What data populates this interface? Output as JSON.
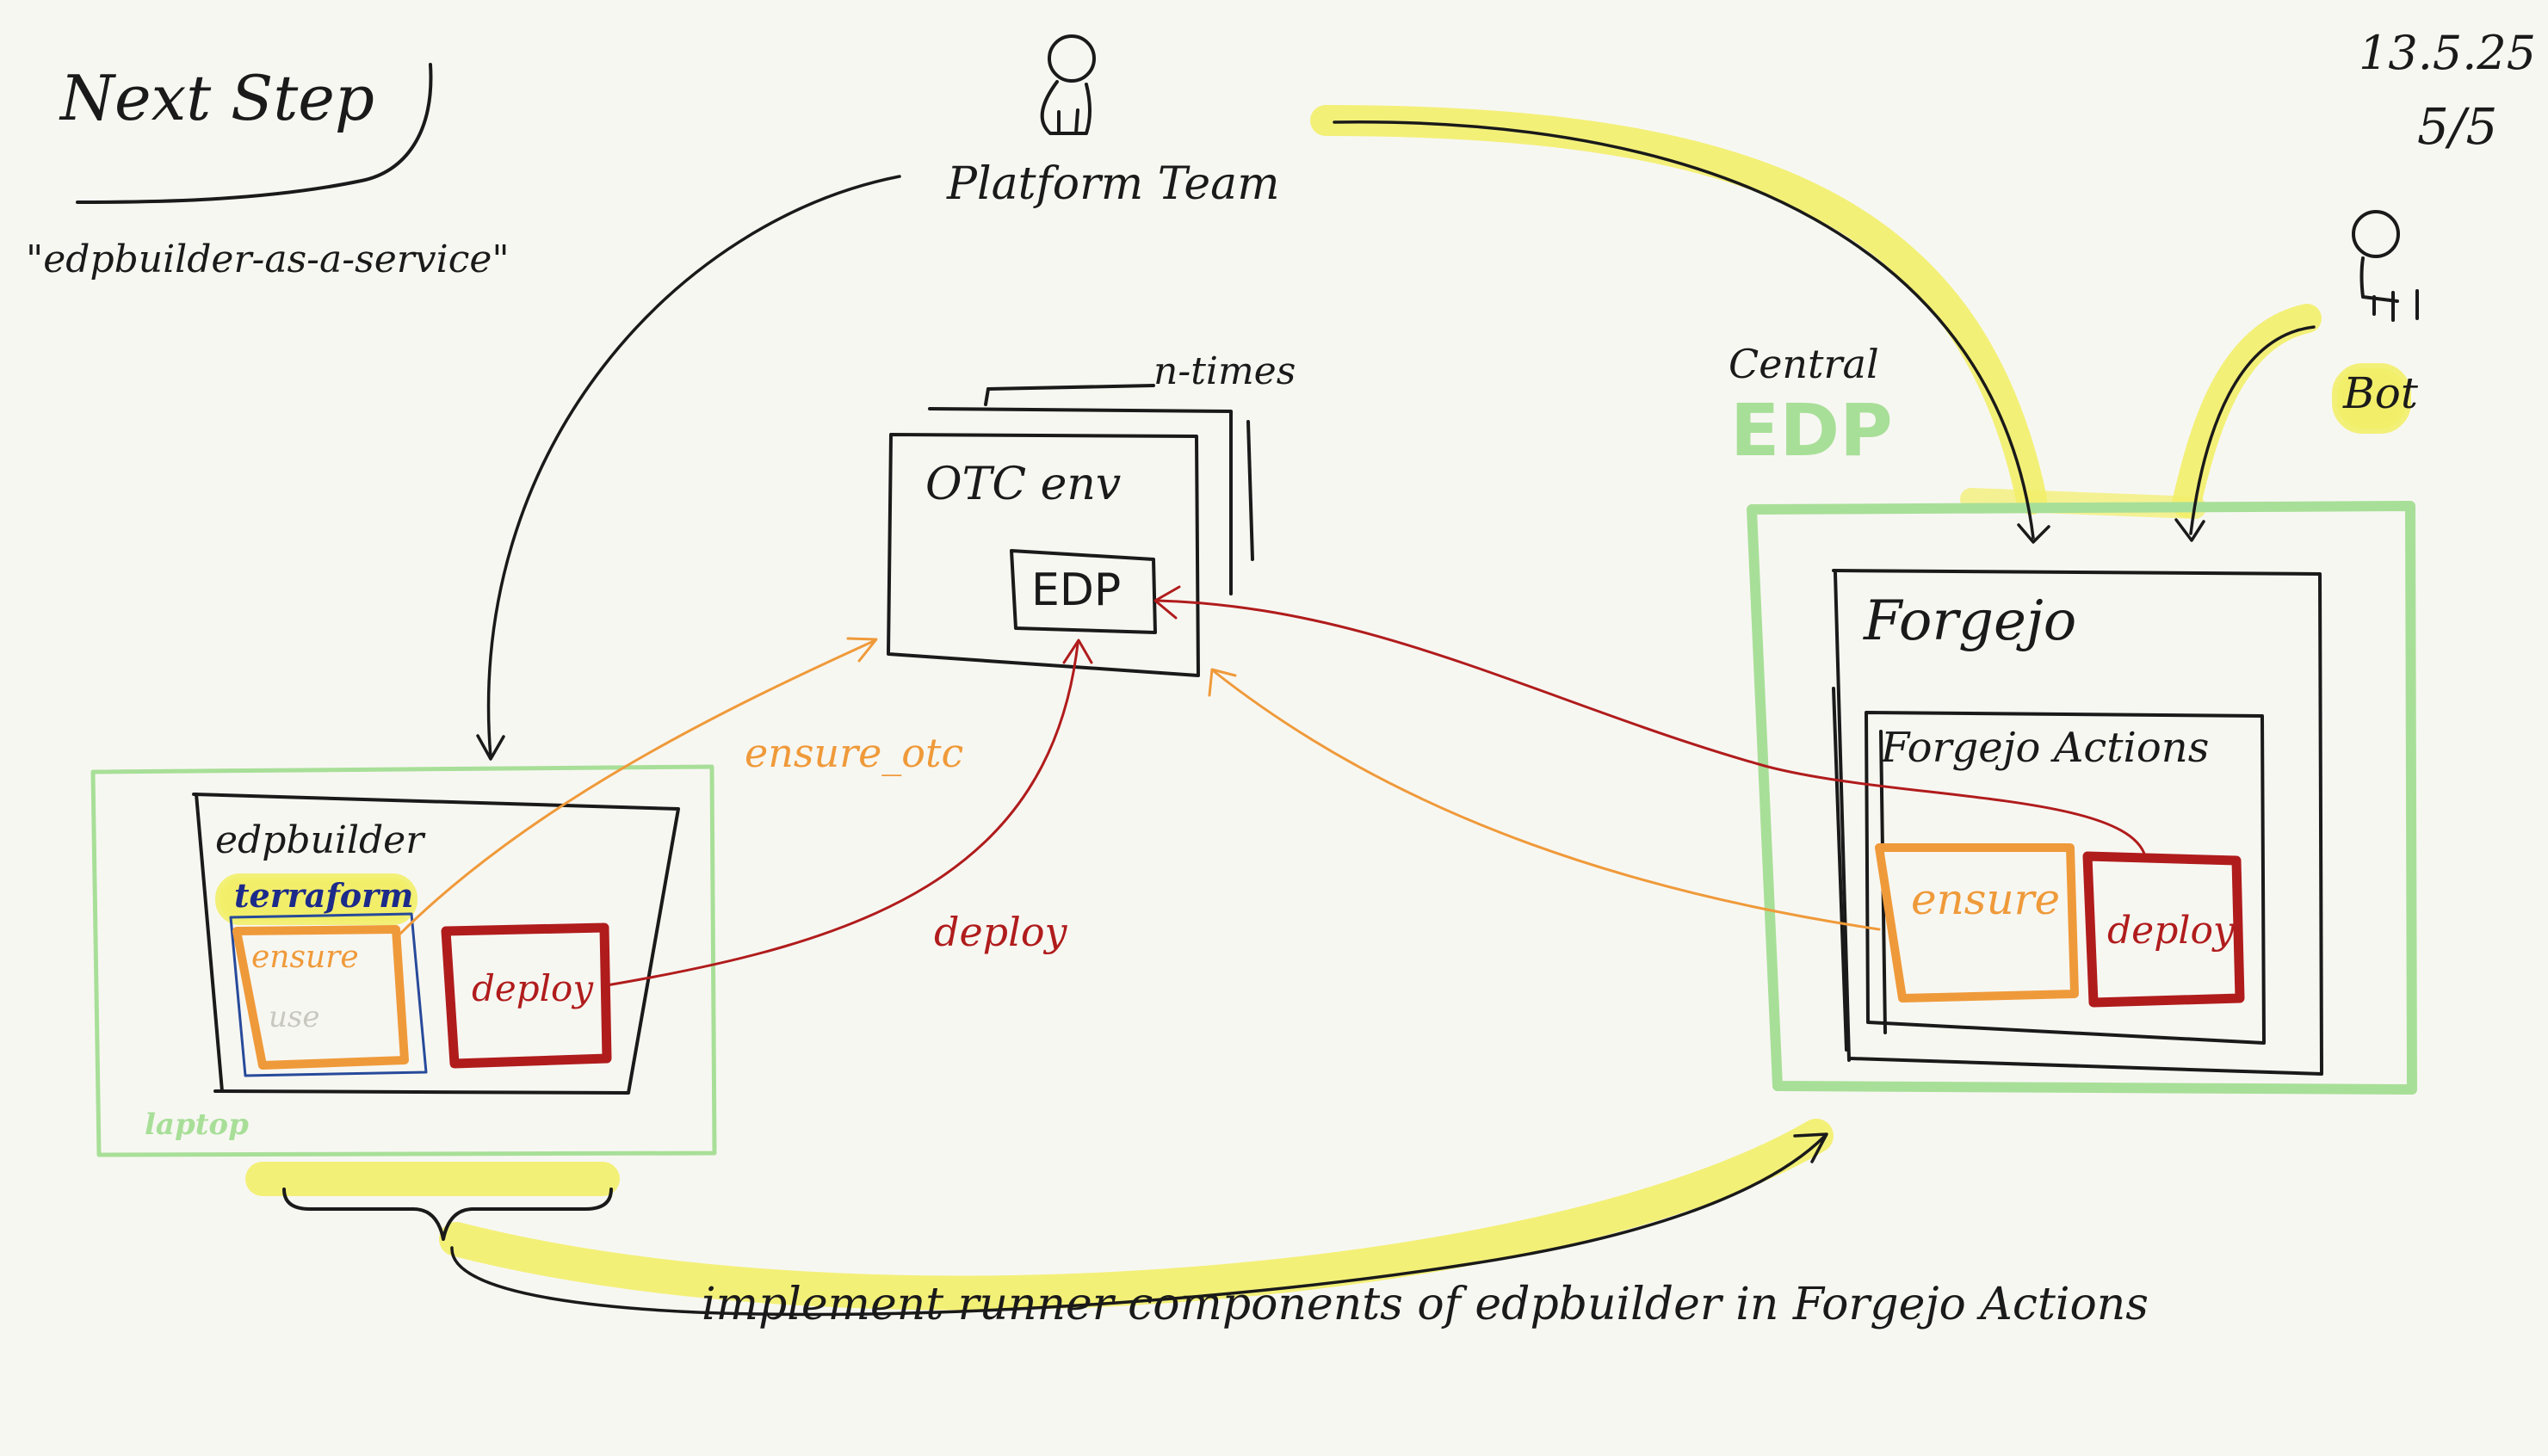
{
  "header": {
    "title": "Next Step",
    "subtitle": "\"edpbuilder-as-a-service\"",
    "date": "13.5.25",
    "page": "5/5"
  },
  "actors": {
    "platform_team": "Platform Team",
    "bot": "Bot"
  },
  "laptop": {
    "label": "laptop",
    "edpbuilder": {
      "title": "edpbuilder",
      "terraform": "terraform",
      "ensure": "ensure",
      "use": "use",
      "deploy": "deploy"
    }
  },
  "otc": {
    "title": "OTC env",
    "multiplicity": "n-times",
    "edp": "EDP"
  },
  "central": {
    "caption": "Central",
    "edp": "EDP",
    "forgejo": "Forgejo",
    "actions": {
      "title": "Forgejo Actions",
      "ensure": "ensure",
      "deploy": "deploy"
    }
  },
  "arrows": {
    "ensure_otc": "ensure_otc",
    "deploy": "deploy"
  },
  "footer": {
    "note": "implement runner components of edpbuilder in Forgejo Actions"
  },
  "colors": {
    "background": "#f7f7f2",
    "ink": "#1a1a1a",
    "highlight": "#f2ee6a",
    "green": "#a8df98",
    "orange": "#ef9a3a",
    "red": "#b01c1c",
    "blue": "#274a9a"
  }
}
